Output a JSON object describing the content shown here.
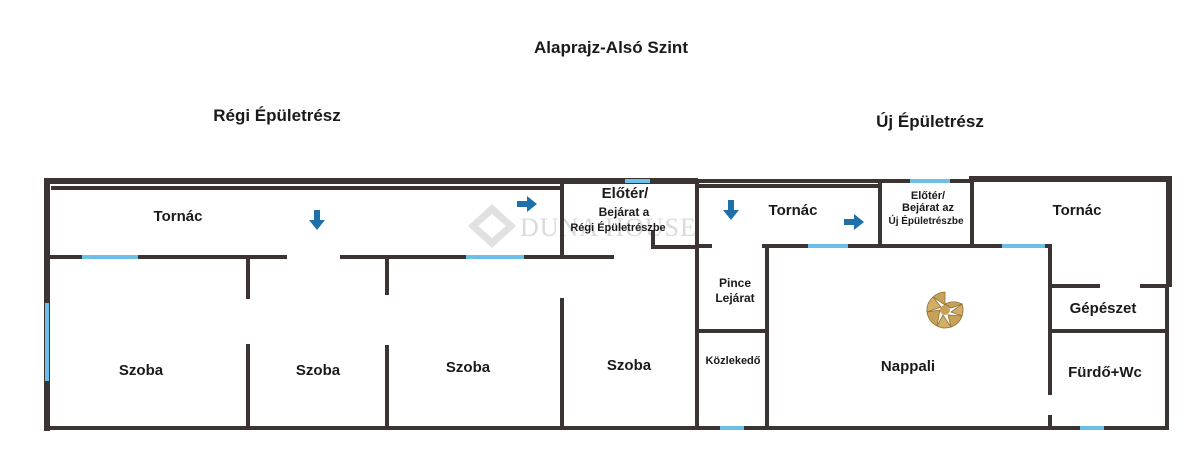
{
  "title": "Alaprajz-Alsó Szint",
  "sections": {
    "old": "Régi Épületrész",
    "new": "Új Épületrész"
  },
  "watermark": "DUNA HOUSE",
  "rooms": {
    "tornac_old": "Tornác",
    "eloter_old_1": "Előtér/",
    "eloter_old_2": "Bejárat a",
    "eloter_old_3": "Régi Épületrészbe",
    "tornac_mid": "Tornác",
    "eloter_new_1": "Előtér/",
    "eloter_new_2": "Bejárat az",
    "eloter_new_3": "Új Épületrészbe",
    "tornac_new": "Tornác",
    "szoba_1": "Szoba",
    "szoba_2": "Szoba",
    "szoba_3": "Szoba",
    "szoba_4": "Szoba",
    "pince_1": "Pince",
    "pince_2": "Lejárat",
    "kozlekedo": "Közlekedő",
    "nappali": "Nappali",
    "gepeszet": "Gépészet",
    "furdo": "Fürdő+Wc"
  },
  "colors": {
    "wall": "#3b3432",
    "window": "#6cc0e8",
    "arrow": "#1f6fa8",
    "stair": "#c9a25a"
  },
  "icons": [
    "down-arrow-icon",
    "right-arrow-icon",
    "spiral-stair-icon",
    "watermark-logo-icon"
  ]
}
